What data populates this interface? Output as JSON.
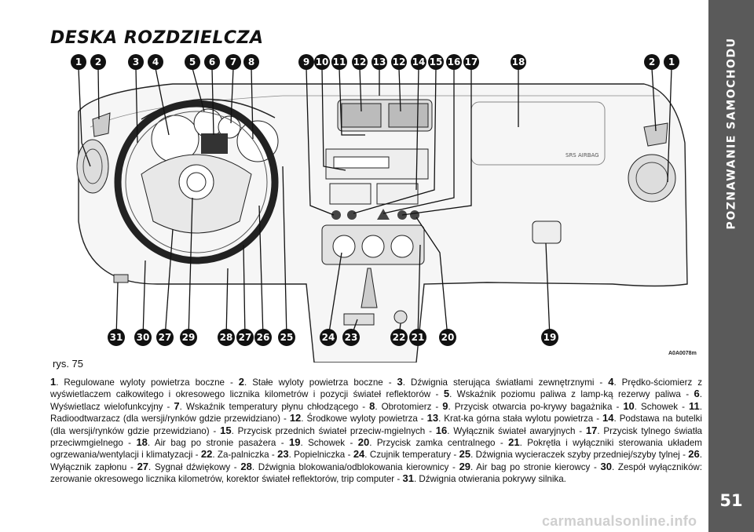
{
  "section": {
    "title": "POZNAWANIE SAMOCHODU",
    "page_number": "51"
  },
  "heading": "DESKA ROZDZIELCZA",
  "figure": {
    "code": "A0A0078m",
    "label": "rys. 75",
    "airbag_text": "SRS AIRBAG",
    "top_callouts": [
      "1",
      "2",
      "3",
      "4",
      "5",
      "6",
      "7",
      "8",
      "9",
      "10",
      "11",
      "12",
      "13",
      "12",
      "14",
      "15",
      "16",
      "17",
      "18",
      "2",
      "1"
    ],
    "bottom_callouts": [
      "31",
      "30",
      "27",
      "29",
      "28",
      "27",
      "26",
      "25",
      "24",
      "23",
      "22",
      "21",
      "20",
      "19"
    ]
  },
  "caption": [
    {
      "n": "1",
      "t": ". Regulowane wyloty powietrza boczne - "
    },
    {
      "n": "2",
      "t": ". Stałe wyloty powietrza boczne - "
    },
    {
      "n": "3",
      "t": ". Dźwignia sterująca światłami zewnętrznymi - "
    },
    {
      "n": "4",
      "t": ". Prędko-ściomierz z wyświetlaczem całkowitego i okresowego licznika kilometrów i pozycji świateł reflektorów - "
    },
    {
      "n": "5",
      "t": ". Wskaźnik poziomu paliwa z lamp-ką rezerwy paliwa - "
    },
    {
      "n": "6",
      "t": ". Wyświetlacz wielofunkcyjny - "
    },
    {
      "n": "7",
      "t": ". Wskaźnik temperatury płynu chłodzącego - "
    },
    {
      "n": "8",
      "t": ". Obrotomierz - "
    },
    {
      "n": "9",
      "t": ". Przycisk otwarcia po-krywy bagażnika - "
    },
    {
      "n": "10",
      "t": ". Schowek - "
    },
    {
      "n": "11",
      "t": ". Radioodtwarzacz (dla wersji/rynków gdzie przewidziano) - "
    },
    {
      "n": "12",
      "t": ". Środkowe wyloty powietrza - "
    },
    {
      "n": "13",
      "t": ". Krat-ka górna stała wylotu powietrza - "
    },
    {
      "n": "14",
      "t": ". Podstawa na butelki (dla wersji/rynków gdzie przewidziano) - "
    },
    {
      "n": "15",
      "t": ". Przycisk przednich świateł przeciw-mgielnych - "
    },
    {
      "n": "16",
      "t": ". Wyłącznik świateł awaryjnych - "
    },
    {
      "n": "17",
      "t": ". Przycisk tylnego światła przeciwmgielnego - "
    },
    {
      "n": "18",
      "t": ". Air bag po stronie pasażera - "
    },
    {
      "n": "19",
      "t": ". Schowek - "
    },
    {
      "n": "20",
      "t": ". Przycisk zamka centralnego - "
    },
    {
      "n": "21",
      "t": ". Pokrętła i wyłączniki sterowania układem ogrzewania/wentylacji i klimatyzacji - "
    },
    {
      "n": "22",
      "t": ". Za-palniczka - "
    },
    {
      "n": "23",
      "t": ". Popielniczka - "
    },
    {
      "n": "24",
      "t": ". Czujnik temperatury - "
    },
    {
      "n": "25",
      "t": ". Dźwignia wycieraczek szyby przedniej/szyby tylnej - "
    },
    {
      "n": "26",
      "t": ". Wyłącznik zapłonu - "
    },
    {
      "n": "27",
      "t": ". Sygnał dźwiękowy - "
    },
    {
      "n": "28",
      "t": ". Dźwignia blokowania/odblokowania kierownicy - "
    },
    {
      "n": "29",
      "t": ". Air bag po stronie kierowcy - "
    },
    {
      "n": "30",
      "t": ". Zespół wyłączników: zerowanie okresowego licznika kilometrów, korektor świateł reflektorów, trip computer - "
    },
    {
      "n": "31",
      "t": ". Dźwignia otwierania pokrywy silnika."
    }
  ],
  "watermark": "carmanualsonline.info"
}
